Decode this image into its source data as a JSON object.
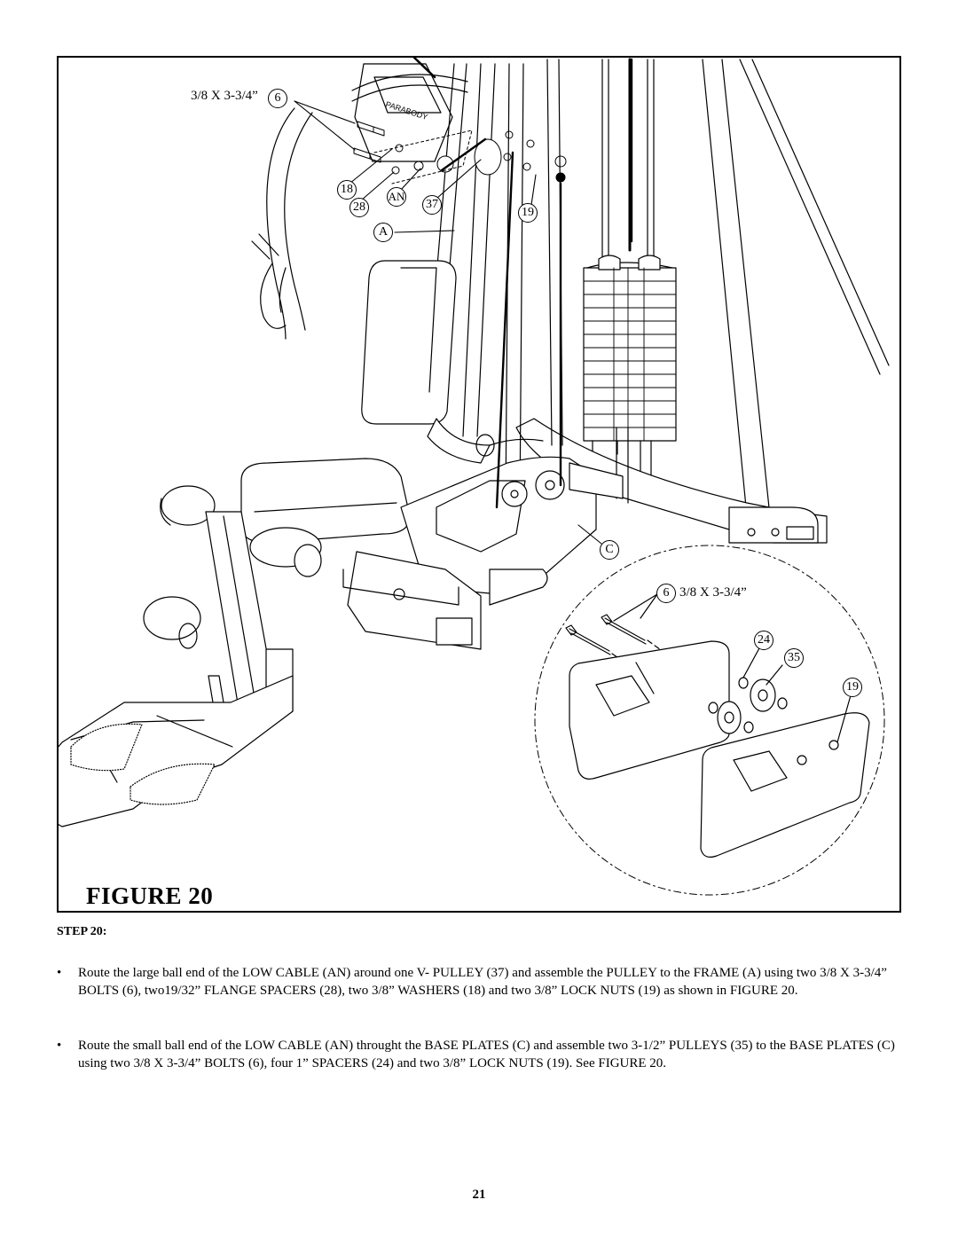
{
  "figure": {
    "title": "FIGURE 20",
    "brand_logo_text": "PARABODY",
    "callouts": {
      "bolt_top_size": "3/8 X 3-3/4”",
      "bolt_top_num": "6",
      "washer": "18",
      "spacer_flange": "28",
      "cable": "AN",
      "v_pulley": "37",
      "lock_nut_top": "19",
      "frame": "A",
      "base_plates": "C",
      "bolt_detail_num": "6",
      "bolt_detail_size": "3/8 X 3-3/4”",
      "spacer_detail": "24",
      "pulley_detail": "35",
      "lock_nut_detail": "19"
    }
  },
  "step": {
    "label": "STEP 20:",
    "bullet_char": "•",
    "instructions": [
      "Route the large ball end of the LOW CABLE (AN) around one V- PULLEY (37) and assemble the PULLEY to the FRAME (A) using two 3/8 X 3-3/4” BOLTS (6), two19/32” FLANGE SPACERS (28), two 3/8” WASHERS (18) and two 3/8” LOCK NUTS (19) as shown in FIGURE 20.",
      "Route the small ball end of the LOW CABLE (AN) throught the BASE PLATES (C) and assemble two 3-1/2” PULLEYS (35) to the BASE PLATES (C) using two 3/8 X 3-3/4” BOLTS (6), four 1” SPACERS (24) and two 3/8” LOCK NUTS (19). See FIGURE 20."
    ]
  },
  "page_number": "21"
}
